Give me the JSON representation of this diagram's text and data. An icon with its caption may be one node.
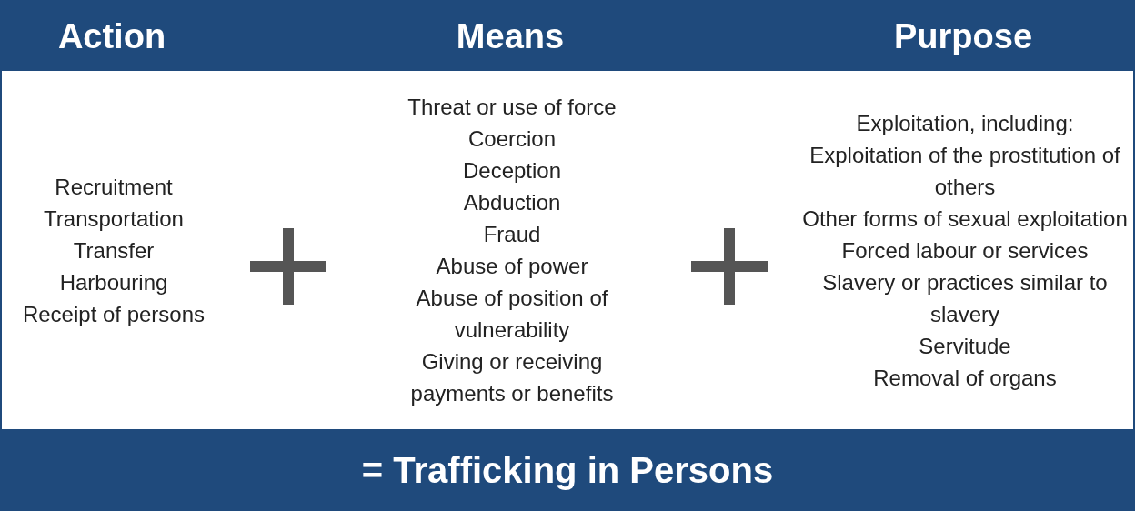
{
  "diagram": {
    "labels": [
      "Action",
      "Means",
      "Purpose",
      "Recruitment",
      "Transportation",
      "Transfer",
      "Harbouring",
      "Receipt of persons",
      "Threat or use of force",
      "Coercion",
      "Deception",
      "Abduction",
      "Fraud",
      "Abuse of power",
      "Abuse of position of vulnerability",
      "Giving or receiving payments or benefits",
      "Exploitation, including:",
      "Exploitation of the prostitution of others",
      "Other forms of sexual exploitation",
      "Forced labour or services",
      "Slavery or practices similar to slavery",
      "Servitude",
      "Removal of organs",
      "= Trafficking in Persons"
    ]
  }
}
